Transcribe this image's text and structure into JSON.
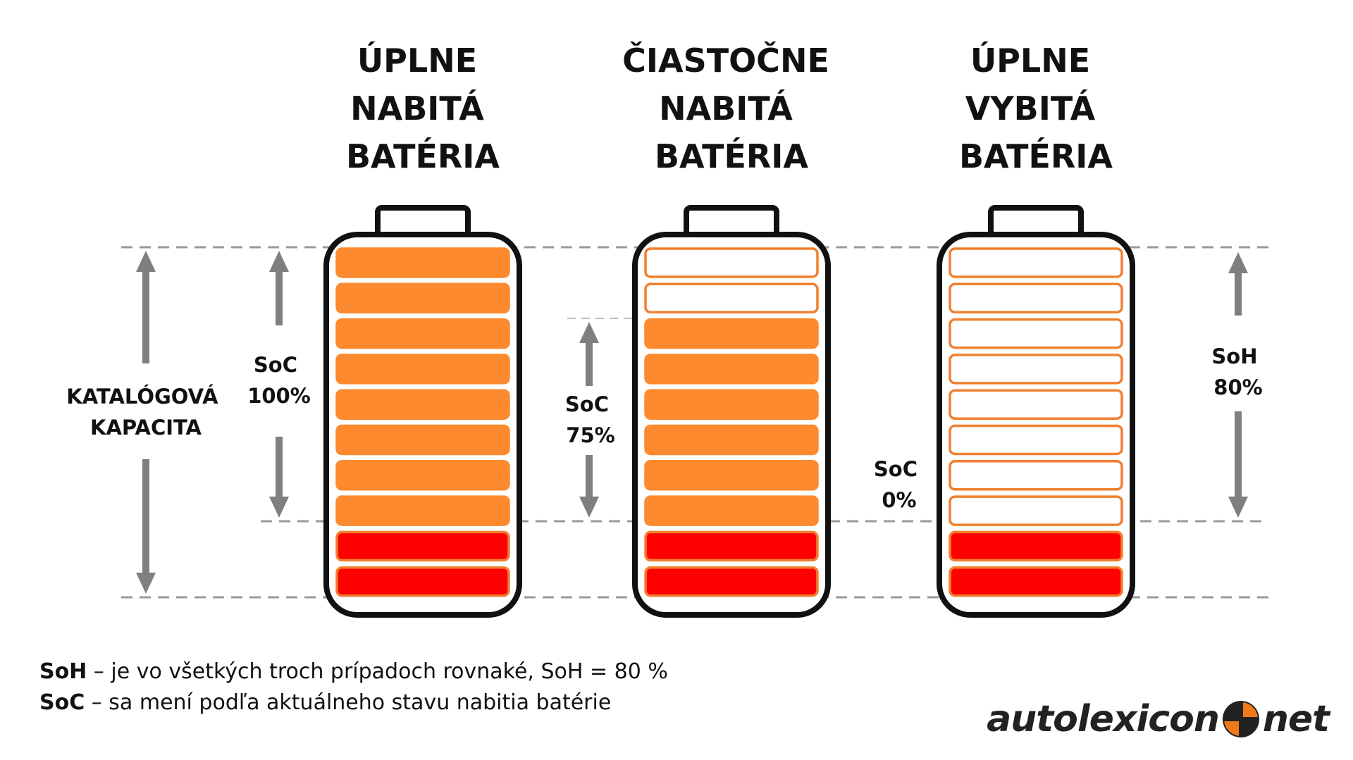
{
  "batteries": [
    {
      "title_lines": [
        "ÚPLNE",
        "NABITÁ",
        "BATÉRIA"
      ],
      "filled_cells": 8
    },
    {
      "title_lines": [
        "ČIASTOČNE",
        "NABITÁ",
        "BATÉRIA"
      ],
      "filled_cells": 6
    },
    {
      "title_lines": [
        "ÚPLNE",
        "VYBITÁ",
        "BATÉRIA"
      ],
      "filled_cells": 0
    }
  ],
  "battery_cells_total": 10,
  "reserve_cells": 2,
  "soh_percent": 80,
  "labels": {
    "catalog_capacity": [
      "KATALÓGOVÁ",
      "KAPACITA"
    ],
    "soc_full": [
      "SoC",
      "100%"
    ],
    "soc_partial": [
      "SoC",
      "75%"
    ],
    "soc_empty": [
      "SoC",
      "0%"
    ],
    "soh": [
      "SoH",
      "80%"
    ]
  },
  "legend": {
    "soh_term": "SoH",
    "soh_text": " – je vo všetkých troch prípadoch rovnaké, SoH = 80 %",
    "soc_term": "SoC",
    "soc_text": " – sa mení podľa aktuálneho stavu nabitia batérie"
  },
  "logo": {
    "left": "autolexicon",
    "right": "net"
  },
  "colors": {
    "charged": "#fd8a2e",
    "reserve": "#ff0000",
    "empty_fill": "#ffffff",
    "cell_border": "#f08030",
    "outline": "#111111",
    "arrow": "#7f7f7f",
    "dashed": "#9a9a9a"
  },
  "icons": {
    "logo_mark": "orange-crosshair-circle-icon"
  }
}
